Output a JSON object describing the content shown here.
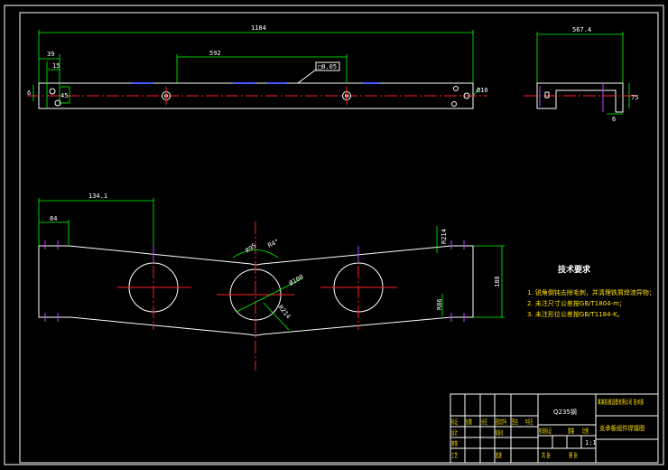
{
  "top_view": {
    "overall_length": "1184",
    "hole_pitch": "592",
    "edge_offset": "39",
    "hole_offset": "15",
    "thickness": "6",
    "slot_width": "45",
    "hole_dia": "Ø10",
    "flatness_box": "□0.05"
  },
  "side_view": {
    "width": "567.4",
    "height": "75",
    "flange": "6"
  },
  "front_view": {
    "dim_134": "134.1",
    "dim_84": "84",
    "radius_top": "R214",
    "radius_hole": "R95",
    "angle_label": "R4°",
    "hole_dia_label": "Ø100",
    "radius_mid": "R214",
    "height": "188",
    "radius_bottom": "R86"
  },
  "tech_req": {
    "title": "技术要求",
    "items": [
      "1. 锐角倒钝去除毛刺，并清理铁屑焊渣异物；",
      "2. 未注尺寸公差按GB/T1804-m；",
      "3. 未注形位公差按GB/T1184-K。"
    ]
  },
  "title_block": {
    "material": "Q235钢",
    "company": "某某机械设备有限公司 技术部",
    "part_name": "支承板组件焊接图",
    "scale_label": "1:1",
    "labels": [
      "标记",
      "处数",
      "分区",
      "更改文件号",
      "签名",
      "年月日",
      "设计",
      "审核",
      "工艺",
      "标准化",
      "批准",
      "阶段标记",
      "重量",
      "比例",
      "共 张",
      "第 张"
    ]
  }
}
